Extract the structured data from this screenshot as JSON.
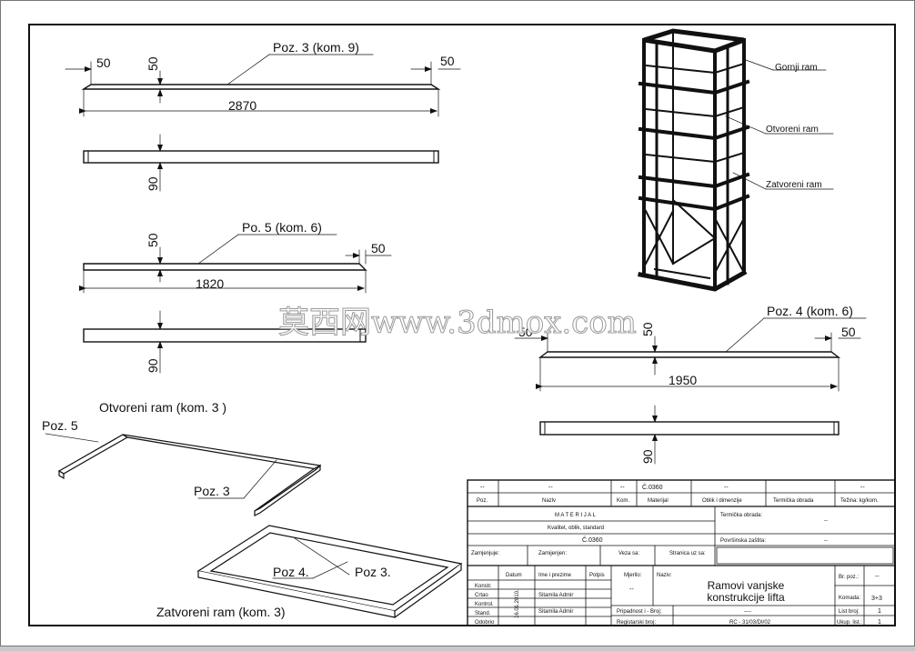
{
  "drawing": {
    "part_poz3": {
      "label": "Poz. 3 (kom. 9)",
      "dim_left": "50",
      "dim_h": "50",
      "dim_right": "50",
      "length": "2870",
      "width": "90"
    },
    "part_poz5": {
      "label": "Po. 5 (kom. 6)",
      "dim_h": "50",
      "dim_right": "50",
      "length": "1820",
      "width": "90"
    },
    "part_poz4": {
      "label": "Poz. 4 (kom. 6)",
      "dim_left": "50",
      "dim_h": "50",
      "dim_right": "50",
      "length": "1950",
      "width": "90"
    },
    "otvoreni": {
      "title": "Otvoreni ram (kom. 3 )",
      "poz5": "Poz. 5",
      "poz3": "Poz. 3"
    },
    "zatvoreni": {
      "title": "Zatvoreni ram (kom. 3)",
      "poz4": "Poz 4.",
      "poz3": "Poz 3."
    },
    "iso_labels": {
      "gornji": "Gornji ram",
      "otvoreni": "Otvoreni ram",
      "zatvoreni": "Zatvoreni ram"
    },
    "watermark": "莫西网www.3dmox.com"
  },
  "title_block": {
    "row1": [
      "--",
      "--",
      "--",
      "Č.0360",
      "--",
      "",
      "--"
    ],
    "headers": [
      "Poz.",
      "Nazlv",
      "Kom.",
      "Materijal",
      "Oblik i dimenzije",
      "Termička obrada",
      "Težina: kg/kom."
    ],
    "materijal": "M A T E R I J A L",
    "kvalitet": "Kvalitet, oblik, standard",
    "material_value": "Č.0360",
    "termicka_label": "Termička obrada:",
    "termicka_value": "--",
    "povrsinska_label": "Površinska zaštita:",
    "povrsinska_value": "--",
    "zamjenjuje": "Zamjenjuje:",
    "zamijenjen": "Zamijenjen:",
    "veza": "Veza sa:",
    "stranica": "Stranica uz sa:",
    "datum": "Datum",
    "ime": "Ime i prezime",
    "potpis": "Potpis",
    "rows": [
      "Konstr.",
      "Crtao",
      "Kontrol.",
      "Stand.",
      "Odobrio"
    ],
    "date_value": "16.01.2010.",
    "crtao_name": "Sitamila Admir",
    "stand_name": "Sitamila Admir",
    "mjerilo": "Mjerilo:",
    "mjerilo_value": "--",
    "naziv_label": "Naziv:",
    "naziv_line1": "Ramovi vanjske",
    "naziv_line2": "konstrukcije lifta",
    "br_poz_label": "Br. poz.:",
    "br_poz_value": "--",
    "komada_label": "Komada:",
    "komada_value": "3+3",
    "list_broj_label": "List broj:",
    "list_broj_value": "1",
    "ukupno_label": "Ukup. list.:",
    "ukupno_value": "1",
    "pripadnost": "Pripadnost i - Broj:",
    "pripadnost_value": "----",
    "registarski": "Registarski broj:",
    "registarski_value": "RC - 31/03/DI/02"
  }
}
